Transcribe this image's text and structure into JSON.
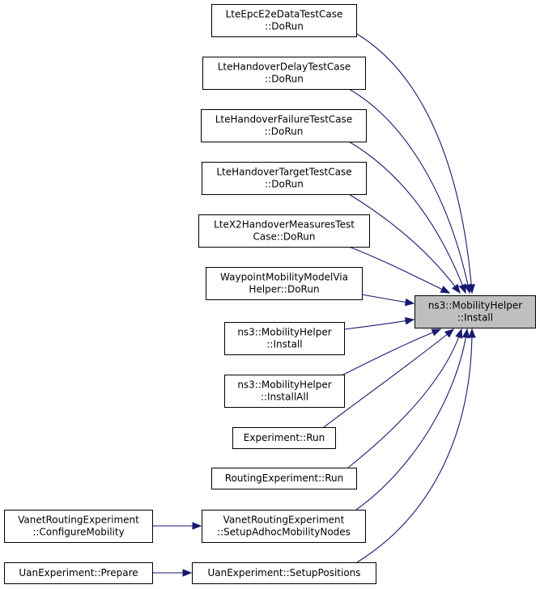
{
  "graph": {
    "target": {
      "id": "install_target",
      "lines": [
        "ns3::MobilityHelper",
        "::Install"
      ]
    },
    "callers": [
      {
        "id": "lte_epc_e2e",
        "lines": [
          "LteEpcE2eDataTestCase",
          "::DoRun"
        ]
      },
      {
        "id": "lte_ho_delay",
        "lines": [
          "LteHandoverDelayTestCase",
          "::DoRun"
        ]
      },
      {
        "id": "lte_ho_failure",
        "lines": [
          "LteHandoverFailureTestCase",
          "::DoRun"
        ]
      },
      {
        "id": "lte_ho_target",
        "lines": [
          "LteHandoverTargetTestCase",
          "::DoRun"
        ]
      },
      {
        "id": "lte_x2_measures",
        "lines": [
          "LteX2HandoverMeasuresTest",
          "Case::DoRun"
        ]
      },
      {
        "id": "waypoint_helper",
        "lines": [
          "WaypointMobilityModelVia",
          "Helper::DoRun"
        ]
      },
      {
        "id": "mobility_install",
        "lines": [
          "ns3::MobilityHelper",
          "::Install"
        ]
      },
      {
        "id": "mobility_installall",
        "lines": [
          "ns3::MobilityHelper",
          "::InstallAll"
        ]
      },
      {
        "id": "experiment_run",
        "lines": [
          "Experiment::Run"
        ]
      },
      {
        "id": "routing_run",
        "lines": [
          "RoutingExperiment::Run"
        ]
      },
      {
        "id": "vanet_setup",
        "lines": [
          "VanetRoutingExperiment",
          "::SetupAdhocMobilityNodes"
        ]
      },
      {
        "id": "uan_setup",
        "lines": [
          "UanExperiment::SetupPositions"
        ]
      }
    ],
    "second_level": [
      {
        "id": "vanet_configure",
        "lines": [
          "VanetRoutingExperiment",
          "::ConfigureMobility"
        ]
      },
      {
        "id": "uan_prepare",
        "lines": [
          "UanExperiment::Prepare"
        ]
      }
    ]
  },
  "colors": {
    "edge": "#191970",
    "target_fill": "#bfbfbf",
    "node_fill": "#ffffff"
  }
}
